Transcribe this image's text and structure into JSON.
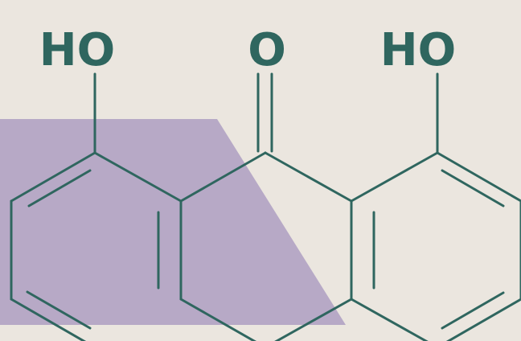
{
  "molecule": {
    "labels": {
      "hydroxyl_left": "HO",
      "carbonyl": "O",
      "hydroxyl_right": "HO"
    }
  },
  "colors": {
    "background": "#ebe6df",
    "bond_and_label": "#2f665f",
    "accent_shape": "#b7a9c6"
  }
}
